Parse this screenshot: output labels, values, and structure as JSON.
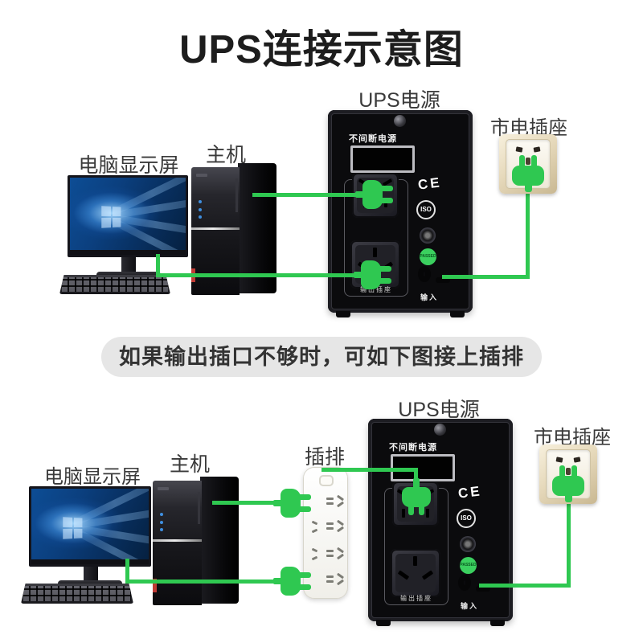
{
  "title": "UPS连接示意图",
  "banner": {
    "text": "如果输出插口不够时，可如下图接上插排"
  },
  "colors": {
    "accent_green": "#2fc851",
    "banner_bg": "#e6e6e6",
    "ups_body": "#0b0b0d",
    "socket_beige": "#e6d9bb"
  },
  "ups": {
    "panel_title": "不间断电源",
    "output_label": "输出插座",
    "input_label": "输入",
    "ce_mark": "CE",
    "iso_mark": "ISO",
    "passed_badge": "PASSED"
  },
  "top_diagram": {
    "monitor_label": "电脑显示屏",
    "tower_label": "主机",
    "ups_label": "UPS电源",
    "wall_socket_label": "市电插座"
  },
  "bottom_diagram": {
    "monitor_label": "电脑显示屏",
    "tower_label": "主机",
    "strip_label": "插排",
    "ups_label": "UPS电源",
    "wall_socket_label": "市电插座"
  }
}
